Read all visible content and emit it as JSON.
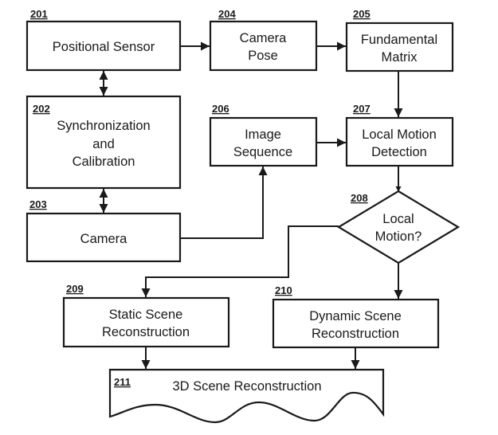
{
  "figure": {
    "nodes": [
      {
        "id": "201",
        "ref": "201",
        "lines": [
          "Positional Sensor"
        ],
        "shape": "rect"
      },
      {
        "id": "202",
        "ref": "202",
        "lines": [
          "Synchronization",
          "and",
          "Calibration"
        ],
        "shape": "rect"
      },
      {
        "id": "203",
        "ref": "203",
        "lines": [
          "Camera"
        ],
        "shape": "rect"
      },
      {
        "id": "204",
        "ref": "204",
        "lines": [
          "Camera",
          "Pose"
        ],
        "shape": "rect"
      },
      {
        "id": "205",
        "ref": "205",
        "lines": [
          "Fundamental",
          "Matrix"
        ],
        "shape": "rect"
      },
      {
        "id": "206",
        "ref": "206",
        "lines": [
          "Image",
          "Sequence"
        ],
        "shape": "rect"
      },
      {
        "id": "207",
        "ref": "207",
        "lines": [
          "Local Motion",
          "Detection"
        ],
        "shape": "rect"
      },
      {
        "id": "208",
        "ref": "208",
        "lines": [
          "Local",
          "Motion?"
        ],
        "shape": "diamond"
      },
      {
        "id": "209",
        "ref": "209",
        "lines": [
          "Static Scene",
          "Reconstruction"
        ],
        "shape": "rect"
      },
      {
        "id": "210",
        "ref": "210",
        "lines": [
          "Dynamic Scene",
          "Reconstruction"
        ],
        "shape": "rect"
      },
      {
        "id": "211",
        "ref": "211",
        "lines": [
          "3D Scene Reconstruction"
        ],
        "shape": "document"
      }
    ],
    "edges": [
      {
        "from": "201",
        "to": "204",
        "type": "arrow"
      },
      {
        "from": "204",
        "to": "205",
        "type": "arrow"
      },
      {
        "from": "205",
        "to": "207",
        "type": "arrow"
      },
      {
        "from": "201",
        "to": "202",
        "type": "bidirectional"
      },
      {
        "from": "202",
        "to": "203",
        "type": "bidirectional"
      },
      {
        "from": "203",
        "to": "206",
        "type": "arrow"
      },
      {
        "from": "206",
        "to": "207",
        "type": "arrow"
      },
      {
        "from": "207",
        "to": "208",
        "type": "arrow"
      },
      {
        "from": "208",
        "to": "209",
        "type": "arrow"
      },
      {
        "from": "208",
        "to": "210",
        "type": "arrow"
      },
      {
        "from": "209",
        "to": "211",
        "type": "arrow"
      },
      {
        "from": "210",
        "to": "211",
        "type": "arrow"
      }
    ]
  }
}
